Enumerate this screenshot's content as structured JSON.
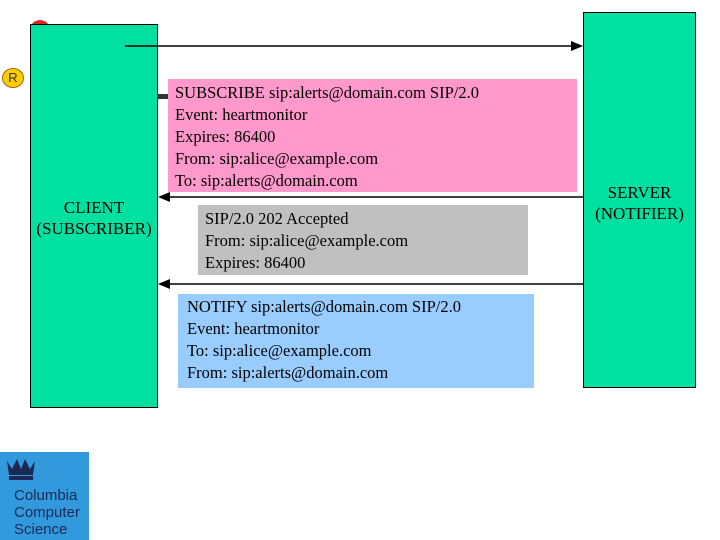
{
  "client": {
    "label": "CLIENT\n(SUBSCRIBER)"
  },
  "server": {
    "label": "SERVER\n(NOTIFIER)"
  },
  "messages": {
    "subscribe": "SUBSCRIBE sip:alerts@domain.com SIP/2.0\nEvent: heartmonitor\nExpires: 86400\nFrom: sip:alice@example.com\nTo: sip:alerts@domain.com",
    "accepted": "SIP/2.0 202 Accepted\nFrom: sip:alice@example.com\nExpires: 86400",
    "notify": "NOTIFY sip:alerts@domain.com SIP/2.0\nEvent: heartmonitor\nTo: sip:alice@example.com\nFrom: sip:alerts@domain.com"
  },
  "corner_badge": {
    "letter": "R"
  },
  "logo": {
    "text": "Columbia\nComputer\nScience"
  },
  "colors": {
    "panel": "#00e0a0",
    "subscribe_bg": "#ff99cc",
    "accepted_bg": "#c0c0c0",
    "notify_bg": "#99ccff",
    "logo_bg": "#3399dd",
    "badge": "#ffcc00",
    "badge_red": "#dd2222"
  }
}
